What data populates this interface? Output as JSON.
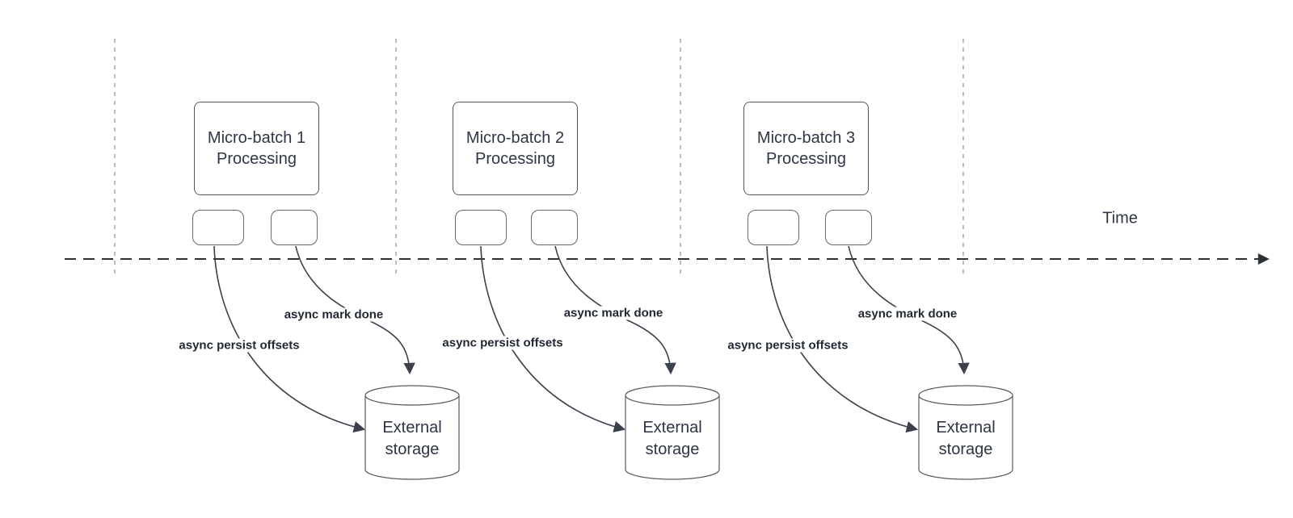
{
  "diagram": {
    "time_label": "Time",
    "groups": [
      {
        "box_line1": "Micro-batch 1",
        "box_line2": "Processing",
        "persist_label": "async persist offsets",
        "done_label": "async mark done",
        "storage_line1": "External",
        "storage_line2": "storage"
      },
      {
        "box_line1": "Micro-batch 2",
        "box_line2": "Processing",
        "persist_label": "async persist offsets",
        "done_label": "async mark done",
        "storage_line1": "External",
        "storage_line2": "storage"
      },
      {
        "box_line1": "Micro-batch 3",
        "box_line2": "Processing",
        "persist_label": "async persist offsets",
        "done_label": "async mark done",
        "storage_line1": "External",
        "storage_line2": "storage"
      }
    ],
    "colors": {
      "arrow_stroke": "#3a414c",
      "timeline_stroke": "#2c3136",
      "tick_line_gray": "#a6a6a6",
      "shape_border": "#545c66",
      "body_text": "#2d3644",
      "label_text": "#1f2733"
    }
  }
}
